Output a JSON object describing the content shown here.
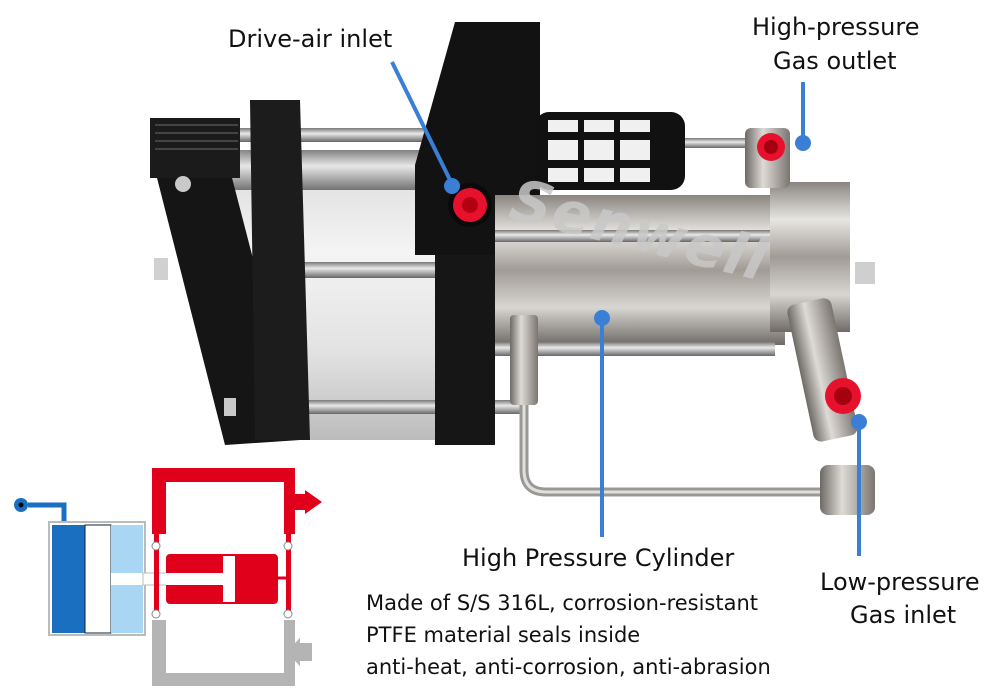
{
  "image": {
    "subject": "Gas booster pump product photo with labeled callouts and schematic diagram",
    "watermark": "Senwell",
    "callout_color": "#3a7fd5",
    "port_cap_color": "#e8112d"
  },
  "callouts": {
    "drive_air_inlet": "Drive-air inlet",
    "hp_gas_outlet_line1": "High-pressure",
    "hp_gas_outlet_line2": "Gas outlet",
    "hp_cylinder": "High Pressure Cylinder",
    "lp_gas_inlet_line1": "Low-pressure",
    "lp_gas_inlet_line2": "Gas inlet"
  },
  "description": {
    "lines": [
      "Made of S/S 316L, corrosion-resistant",
      "PTFE material seals inside",
      "anti-heat, anti-corrosion, anti-abrasion"
    ]
  },
  "schematic": {
    "drive_color": "#1a6fc0",
    "drive_light_color": "#a9d6f3",
    "high_pressure_color": "#e0001b",
    "low_pressure_color": "#b4b4b4"
  }
}
